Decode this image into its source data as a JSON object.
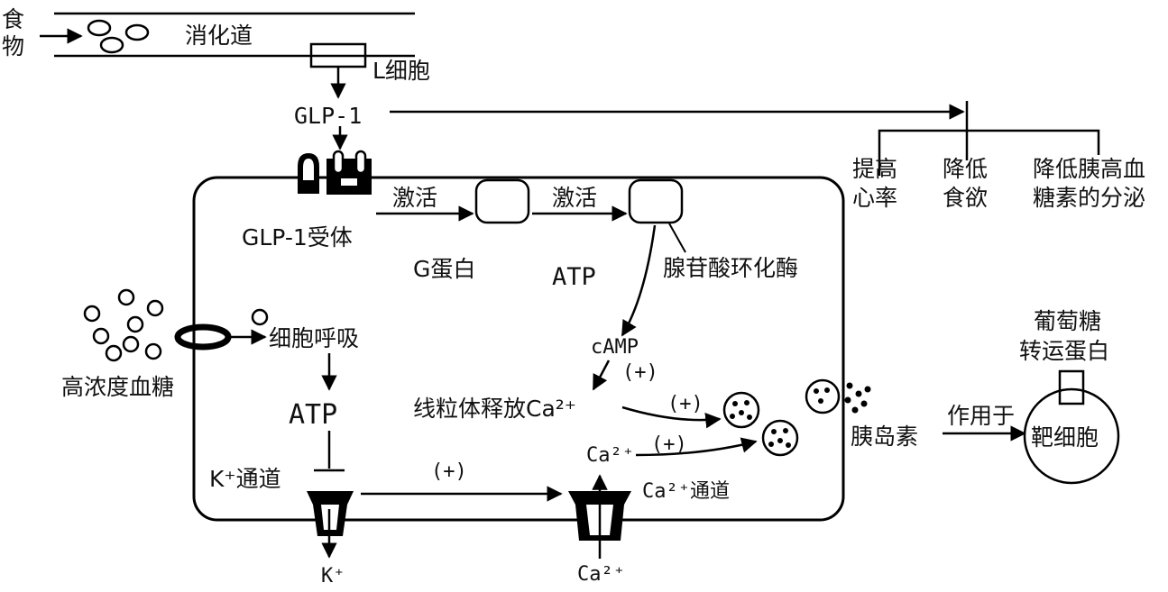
{
  "labels": {
    "food_1": "食",
    "food_2": "物",
    "digestive_tract": "消化道",
    "l_cell": "L细胞",
    "glp1": "GLP-1",
    "glp1_receptor": "GLP-1受体",
    "activate_1": "激活",
    "activate_2": "激活",
    "g_protein": "G蛋白",
    "atp_top": "ATP",
    "adenylate_cyclase": "腺苷酸环化酶",
    "camp": "cAMP",
    "plus_camp": "(+)",
    "mito_release": "线粒体释放Ca²⁺",
    "plus_mito": "(+)",
    "ca_inner": "Ca²⁺",
    "plus_ca_inner": "(+)",
    "insulin": "胰岛素",
    "acts_on": "作用于",
    "target_cell": "靶细胞",
    "glut_1": "葡萄糖",
    "glut_2": "转运蛋白",
    "high_glucose": "高浓度血糖",
    "cell_respiration": "细胞呼吸",
    "atp_mid": "ATP",
    "k_channel": "K⁺通道",
    "plus_k": "(+)",
    "ca_channel": "Ca²⁺通道",
    "k_out": "K⁺",
    "ca_out": "Ca²⁺",
    "effect_heart_1": "提高",
    "effect_heart_2": "心率",
    "effect_appetite_1": "降低",
    "effect_appetite_2": "食欲",
    "effect_glucagon_1": "降低胰高血",
    "effect_glucagon_2": "糖素的分泌"
  }
}
